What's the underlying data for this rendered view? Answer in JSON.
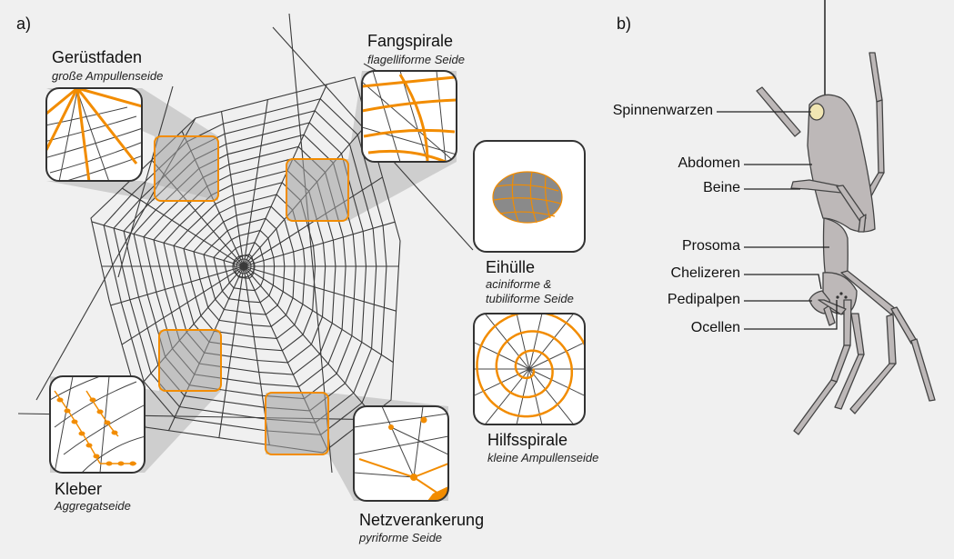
{
  "panel_a": {
    "letter": "a)",
    "silks": [
      {
        "title": "Gerüstfaden",
        "subtitle": "große Ampullenseide"
      },
      {
        "title": "Fangspirale",
        "subtitle": "flagelliforme Seide"
      },
      {
        "title": "Eihülle",
        "subtitle_lines": [
          "aciniforme &",
          "tubiliforme Seide"
        ]
      },
      {
        "title": "Hilfsspirale",
        "subtitle": "kleine Ampullenseide"
      },
      {
        "title": "Kleber",
        "subtitle": "Aggregatseide"
      },
      {
        "title": "Netzverankerung",
        "subtitle": "pyriforme Seide"
      }
    ]
  },
  "panel_b": {
    "letter": "b)",
    "parts": [
      "Spinnenwarzen",
      "Abdomen",
      "Beine",
      "Prosoma",
      "Chelizeren",
      "Pedipalpen",
      "Ocellen"
    ]
  },
  "colors": {
    "background": "#f0f0f0",
    "accent": "#f28c00",
    "line": "#3a3a3a",
    "spider_fill": "#bdb8b8",
    "cone": "#c2c2c2"
  }
}
